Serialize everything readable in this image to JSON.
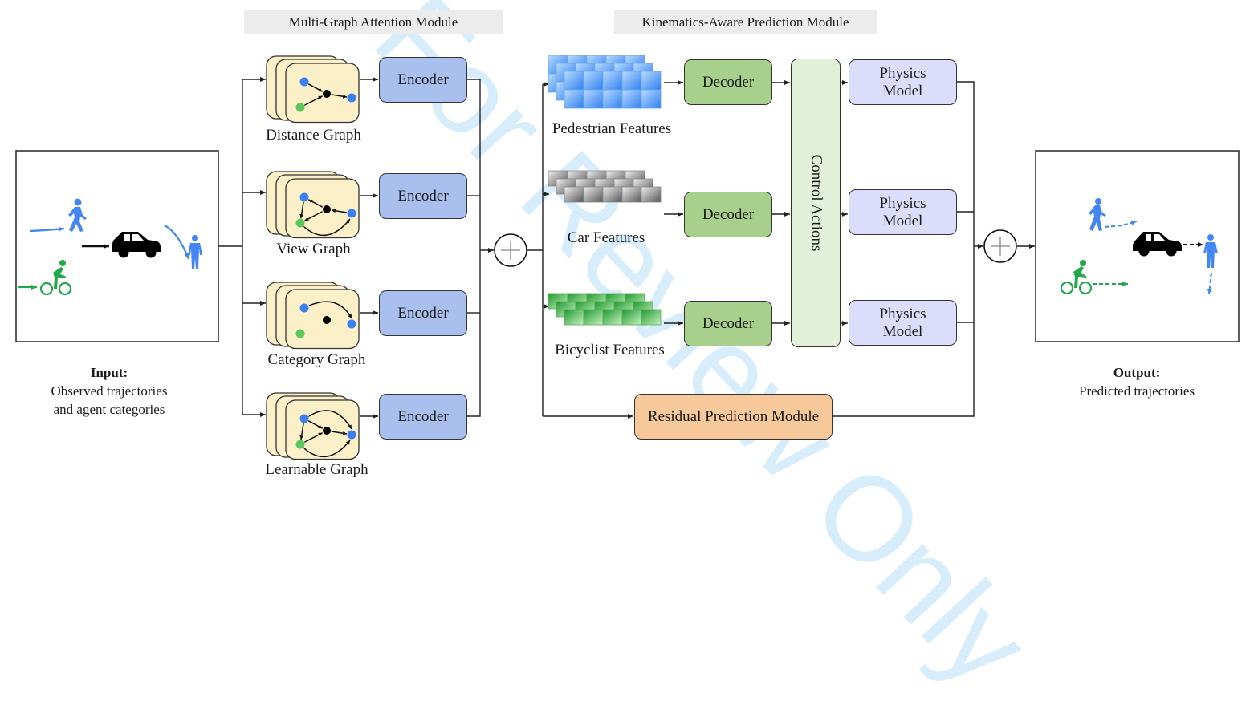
{
  "watermark": "For Review Only",
  "modules": {
    "multi_graph": "Multi-Graph Attention Module",
    "kinematics": "Kinematics-Aware Prediction Module"
  },
  "input": {
    "title": "Input:",
    "line1": "Observed trajectories",
    "line2": "and agent categories",
    "agents": [
      "pedestrian-walking",
      "car",
      "pedestrian-standing",
      "bicyclist"
    ]
  },
  "graphs": [
    {
      "label": "Distance Graph",
      "encoder": "Encoder"
    },
    {
      "label": "View Graph",
      "encoder": "Encoder"
    },
    {
      "label": "Category Graph",
      "encoder": "Encoder"
    },
    {
      "label": "Learnable Graph",
      "encoder": "Encoder"
    }
  ],
  "sum_symbol": "+",
  "features": [
    {
      "label": "Pedestrian Features",
      "decoder": "Decoder",
      "physics_line1": "Physics",
      "physics_line2": "Model",
      "color": "#3d8ef0"
    },
    {
      "label": "Car Features",
      "decoder": "Decoder",
      "physics_line1": "Physics",
      "physics_line2": "Model",
      "color": "#8c8c8c"
    },
    {
      "label": "Bicyclist Features",
      "decoder": "Decoder",
      "physics_line1": "Physics",
      "physics_line2": "Model",
      "color": "#3dbb3d"
    }
  ],
  "control_actions": "Control Actions",
  "residual": "Residual Prediction Module",
  "output": {
    "title": "Output:",
    "line1": "Predicted trajectories"
  },
  "colors": {
    "pedestrian": "#4285f4",
    "bicyclist": "#22a84a",
    "car": "#000000",
    "node_blue": "#3b7ff0",
    "node_green": "#5cc85c",
    "graph_card": "#fbf0c8"
  }
}
